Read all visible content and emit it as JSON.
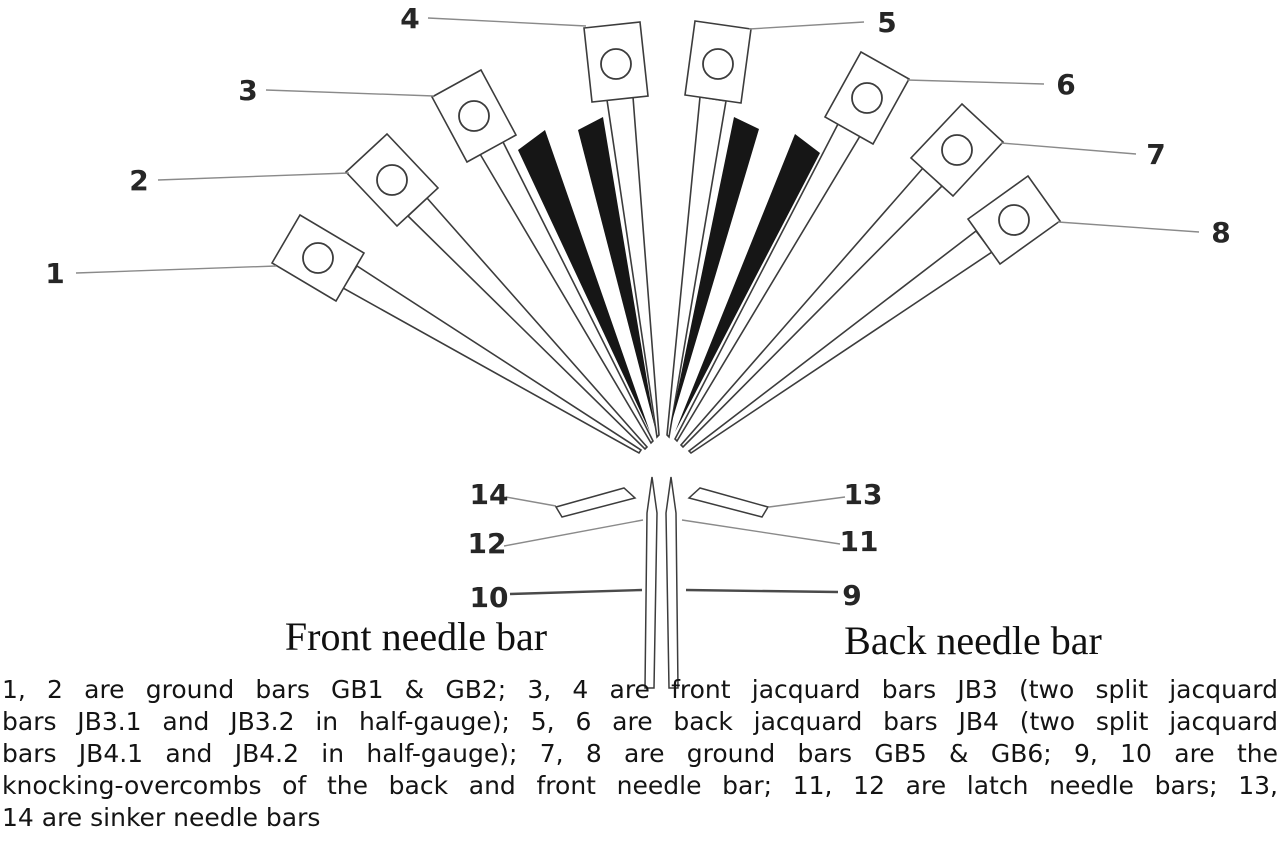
{
  "figure": {
    "bar_labels": {
      "b1": "1",
      "b2": "2",
      "b3": "3",
      "b4": "4",
      "b5": "5",
      "b6": "6",
      "b7": "7",
      "b8": "8"
    },
    "part_labels": {
      "n9": "9",
      "n10": "10",
      "n11": "11",
      "n12": "12",
      "n13": "13",
      "n14": "14"
    },
    "front_needle_bar": "Front needle bar",
    "back_needle_bar": "Back needle bar"
  },
  "caption": {
    "lines": [
      "1, 2 are ground bars GB1 & GB2; 3, 4 are front jacquard bars JB3 (two split jacquard",
      "bars JB3.1 and JB3.2 in half-gauge); 5, 6 are back jacquard bars JB4 (two split jacquard",
      "bars JB4.1 and JB4.2 in half-gauge); 7, 8 are ground bars GB5 & GB6; 9, 10 are the",
      "knocking-overcombs of the back and front needle bar; 11, 12 are latch needle bars; 13,",
      "14 are sinker needle bars"
    ]
  },
  "colors": {
    "outline": "#3c3c3c",
    "wedge_fill": "#161616",
    "background": "#ffffff",
    "text": "#141414"
  }
}
